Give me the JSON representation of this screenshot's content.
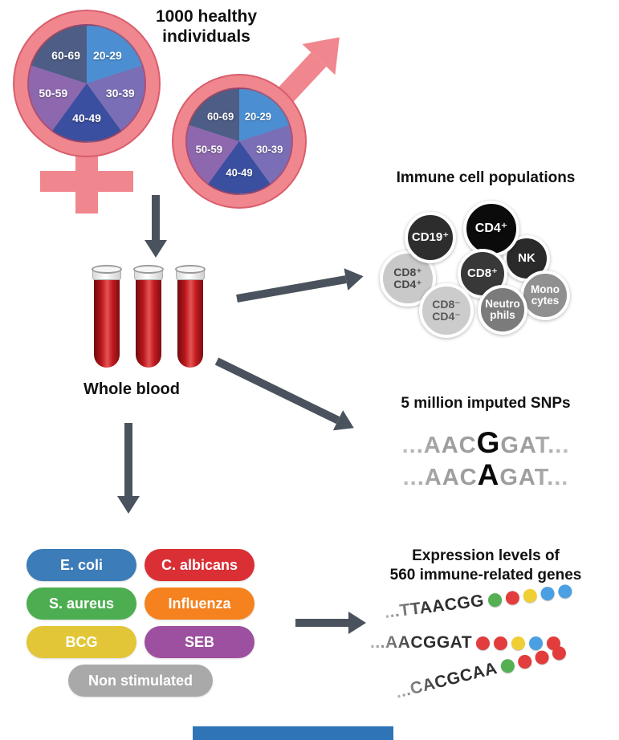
{
  "header": {
    "line1": "1000 healthy",
    "line2": "individuals"
  },
  "age_pie": {
    "labels": [
      "20-29",
      "30-39",
      "40-49",
      "50-59",
      "60-69"
    ],
    "colors": [
      "#4b8fd2",
      "#7a6fb6",
      "#3a4f9f",
      "#8d68ae",
      "#4d5d85"
    ],
    "symbol_color": "#f0868e"
  },
  "whole_blood": {
    "label": "Whole blood"
  },
  "immune": {
    "title": "Immune cell populations",
    "cells": [
      {
        "label": "CD8⁺\nCD4⁺",
        "bg": "#c9c9c9",
        "fg": "#474747"
      },
      {
        "label": "CD19⁺",
        "bg": "#2d2d2d",
        "fg": "#ffffff"
      },
      {
        "label": "NK",
        "bg": "#2a2a2a",
        "fg": "#ffffff"
      },
      {
        "label": "Mono\ncytes",
        "bg": "#909090",
        "fg": "#ffffff"
      },
      {
        "label": "CD4⁺",
        "bg": "#0b0b0b",
        "fg": "#ffffff"
      },
      {
        "label": "CD8⁺",
        "bg": "#383838",
        "fg": "#ffffff"
      },
      {
        "label": "CD8⁻\nCD4⁻",
        "bg": "#cccccc",
        "fg": "#585858"
      },
      {
        "label": "Neutro\nphils",
        "bg": "#7b7b7b",
        "fg": "#ffffff"
      }
    ]
  },
  "snps": {
    "title": "5 million imputed SNPs",
    "lines": [
      {
        "prefix": "...AAC",
        "variant": "G",
        "suffix": "GAT..."
      },
      {
        "prefix": "...AAC",
        "variant": "A",
        "suffix": "GAT..."
      }
    ]
  },
  "stimuli": [
    {
      "label": "E. coli",
      "color": "#3c7cb8"
    },
    {
      "label": "C. albicans",
      "color": "#d92f35"
    },
    {
      "label": "S. aureus",
      "color": "#4cae50"
    },
    {
      "label": "Influenza",
      "color": "#f5821f"
    },
    {
      "label": "BCG",
      "color": "#e2c637"
    },
    {
      "label": "SEB",
      "color": "#9d509f"
    },
    {
      "label": "Non stimulated",
      "color": "#a9a9a9"
    }
  ],
  "expression": {
    "title_line1": "Expression levels of",
    "title_line2": "560 immune-related genes",
    "rows": [
      {
        "seq": "...TTAACGG",
        "dots": [
          "#55b054",
          "#e23c3c",
          "#f0cf35",
          "#4b9fe3",
          "#4b9fe3"
        ]
      },
      {
        "seq": "...AACGGAT",
        "dots": [
          "#e23c3c",
          "#e23c3c",
          "#f0cf35",
          "#4b9fe3",
          "#e23c3c"
        ]
      },
      {
        "seq": "...CACGCAA",
        "dots": [
          "#55b054",
          "#e23c3c",
          "#e23c3c",
          "#e23c3c"
        ]
      }
    ]
  },
  "misc": {
    "arrow_color": "#4a535d",
    "bottom_bar_color": "#2e74b6"
  }
}
